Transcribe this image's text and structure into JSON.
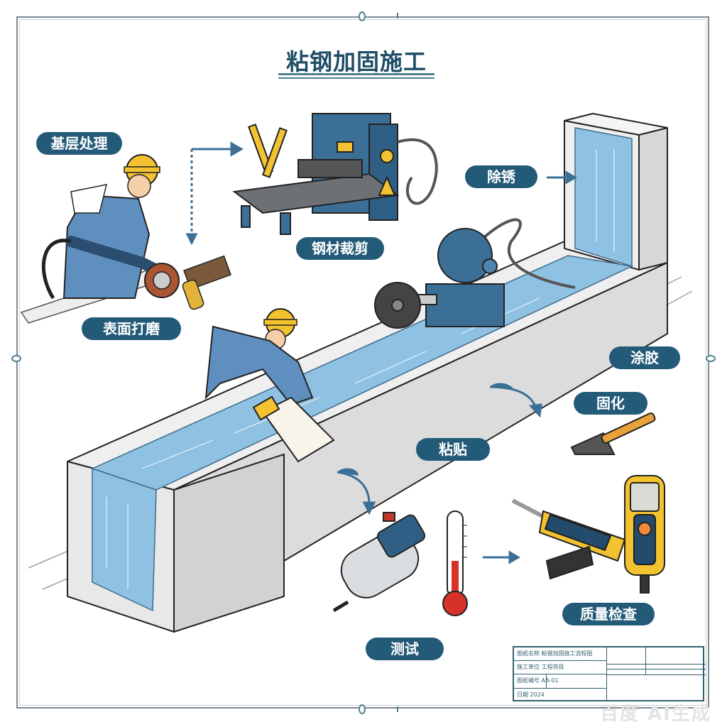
{
  "title": "粘钢加固施工",
  "labels": {
    "base_treatment": "基层处理",
    "surface_grinding": "表面打磨",
    "steel_cutting": "钢材裁剪",
    "rust_removal": "除锈",
    "glue_coating": "涂胶",
    "curing": "固化",
    "bonding": "粘贴",
    "inspection": "质量检查",
    "testing": "测试"
  },
  "title_block": {
    "rows": [
      "图纸名称   粘钢加固施工流程图",
      "施工单位  工程项目",
      "图纸编号   AA-01",
      "日期 2024"
    ]
  },
  "watermark": "百度 AI生成",
  "colors": {
    "pill_bg": "#235a78",
    "title": "#1f4e67",
    "frame": "#7d8a94",
    "accent_blue": "#3b6f96",
    "glue_blue": "#8fc1e3",
    "concrete": "#e6e6e6",
    "tool_yellow": "#f2c230"
  }
}
